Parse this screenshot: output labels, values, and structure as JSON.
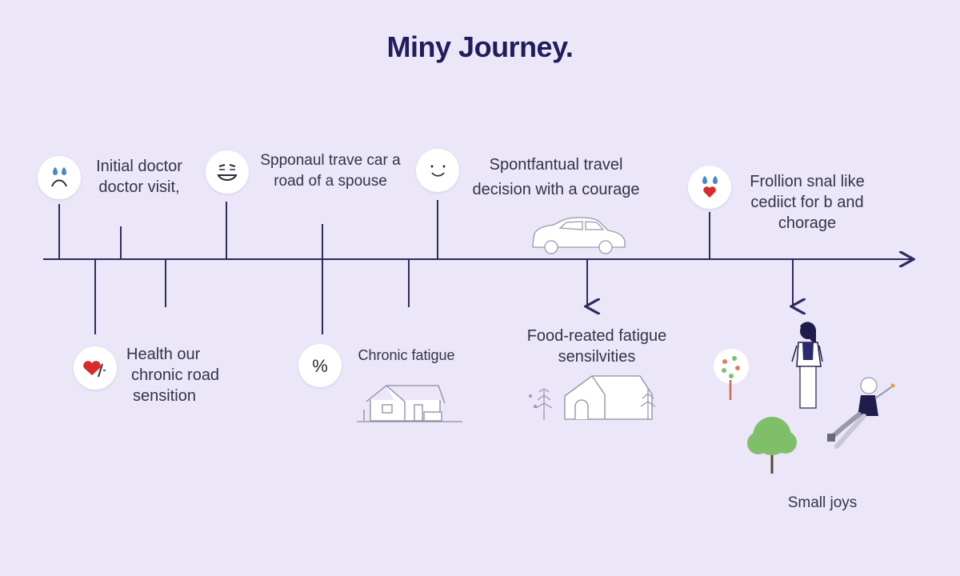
{
  "title": "Miny Journey.",
  "colors": {
    "background": "#ece6f9",
    "line": "#2e2b5e",
    "heart": "#d92b2b",
    "tear": "#4a88c7",
    "tree": "#7fbf6a"
  },
  "events_top": [
    {
      "lines": [
        "Initial doctor",
        "doctor visit,"
      ],
      "icon": "sad-face-icon"
    },
    {
      "lines": [
        "Spponaul trave car a",
        "road of a spouse"
      ],
      "icon": "grin-face-icon"
    },
    {
      "lines": [
        "Spontfantual travel",
        "decision with a courage"
      ],
      "icon": "smile-face-icon"
    },
    {
      "lines": [
        "Frollion snal like",
        "cediict for b and",
        "chorage"
      ],
      "icon": "heart-tears-icon"
    }
  ],
  "events_bottom": [
    {
      "lines": [
        "Health our",
        "chronic road",
        "sensition"
      ],
      "icon": "heart-slash-icon",
      "icon_text": "♥/"
    },
    {
      "lines": [
        "Chronic fatigue"
      ],
      "icon": "percent-icon",
      "icon_text": "%"
    },
    {
      "lines": [
        "Food-reated fatigue",
        "sensilvities"
      ],
      "icon": "house-trees-icon"
    },
    {
      "lines": [
        "Small joys"
      ],
      "icon": "people-tree-icon"
    }
  ]
}
